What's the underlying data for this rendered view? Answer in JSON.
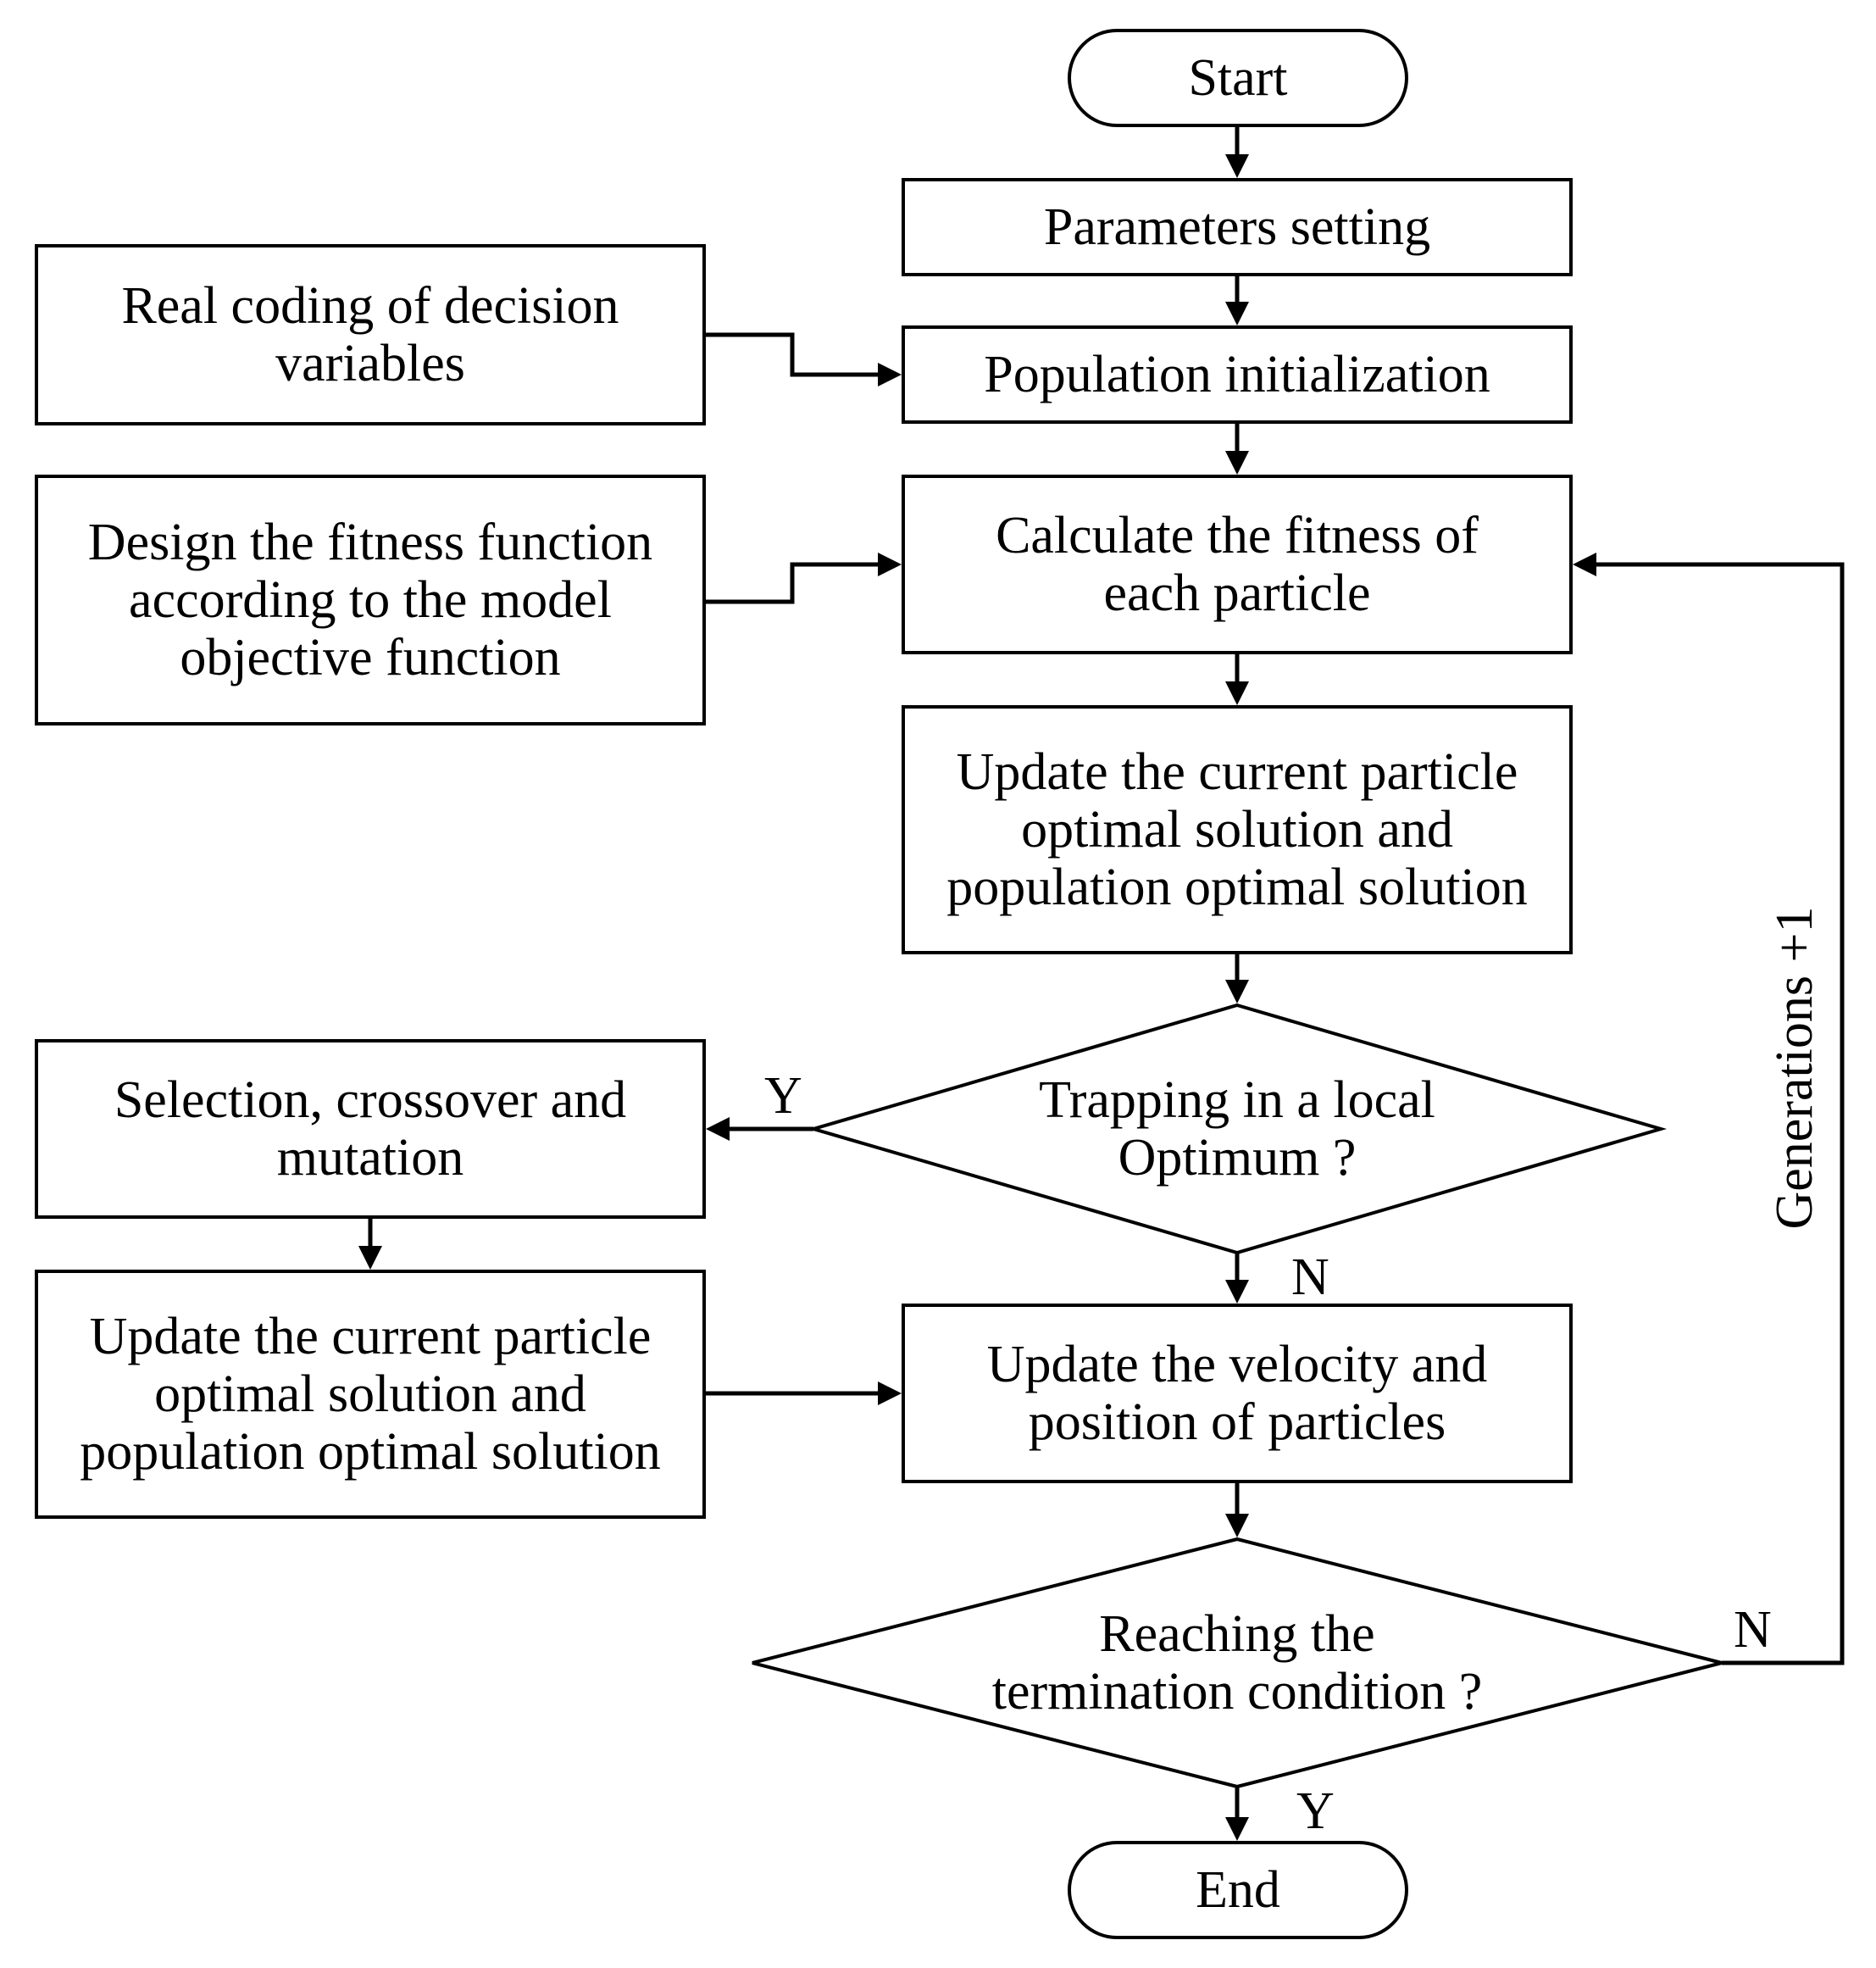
{
  "nodes": {
    "start": "Start",
    "params": "Parameters setting",
    "pop_init": "Population initialization",
    "real_coding": "Real coding of decision\nvariables",
    "design_fitness": "Design the fitness function\naccording to the model\nobjective function",
    "calc_fitness": "Calculate the fitness of\neach particle",
    "update_optimal_main": "Update the current particle\noptimal solution and\npopulation optimal solution",
    "trap_decision": "Trapping in a local\nOptimum ?",
    "selection": "Selection, crossover and\nmutation",
    "update_optimal_side": "Update the current particle\noptimal solution and\npopulation optimal solution",
    "update_velocity": "Update the velocity and\nposition of particles",
    "termination_decision": "Reaching the\ntermination condition ?",
    "end": "End"
  },
  "edge_labels": {
    "trap_yes": "Y",
    "trap_no": "N",
    "term_no": "N",
    "term_yes": "Y",
    "loop": "Generations +1"
  }
}
